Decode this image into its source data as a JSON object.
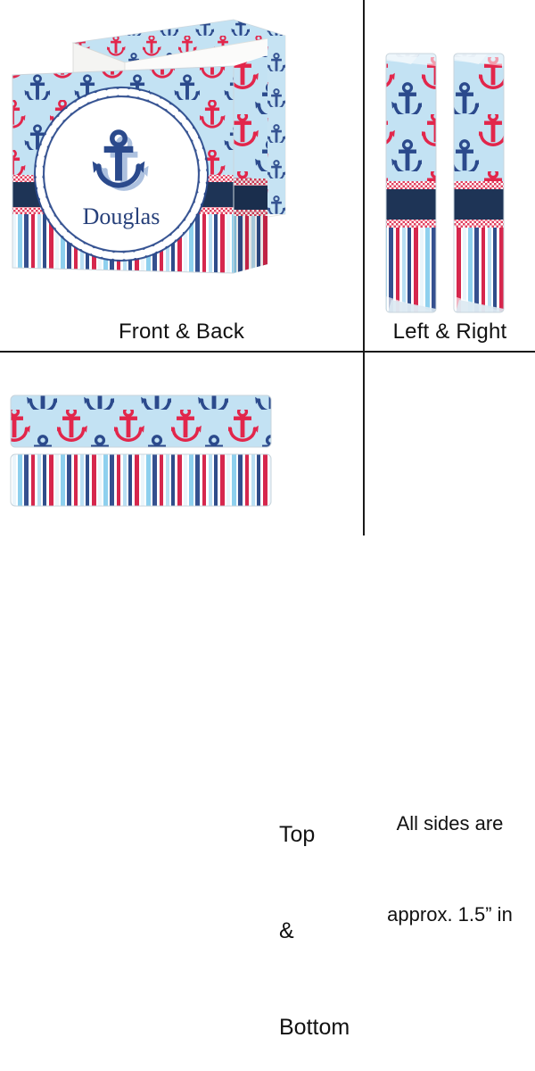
{
  "product": {
    "personalization_name": "Douglas",
    "theme": "anchors-and-stripes"
  },
  "panels": [
    {
      "id": "front-back",
      "caption": "Front & Back"
    },
    {
      "id": "left-right",
      "caption": "Left & Right"
    },
    {
      "id": "top-bottom",
      "caption_lines": [
        "Top",
        "&",
        "Bottom"
      ]
    },
    {
      "id": "note",
      "caption_lines": [
        "All sides are",
        "approx. 1.5” in"
      ]
    }
  ],
  "captions": {
    "front_back": "Front & Back",
    "left_right": "Left & Right",
    "top": "Top",
    "amp": "&",
    "bottom": "Bottom",
    "note_line1": "All sides are",
    "note_line2": "approx. 1.5” in"
  },
  "colors": {
    "anchor_bg": "#c3e2f3",
    "anchor_red": "#e2264b",
    "anchor_navy": "#2b4a8c",
    "navy_band": "#1e3456",
    "checker_red": "#e2415f",
    "stripe_navy": "#2f4d8a",
    "stripe_red": "#d6274d",
    "stripe_lightblue": "#8ed0ee",
    "stripe_pale": "#eaf5fb",
    "divider": "#1a1a1a",
    "medallion_fill": "#ffffff",
    "medallion_text": "#27407a",
    "page_bg": "#ffffff"
  },
  "medallion": {
    "label": "Douglas",
    "icon": "anchor-icon",
    "border": "rope-border"
  }
}
